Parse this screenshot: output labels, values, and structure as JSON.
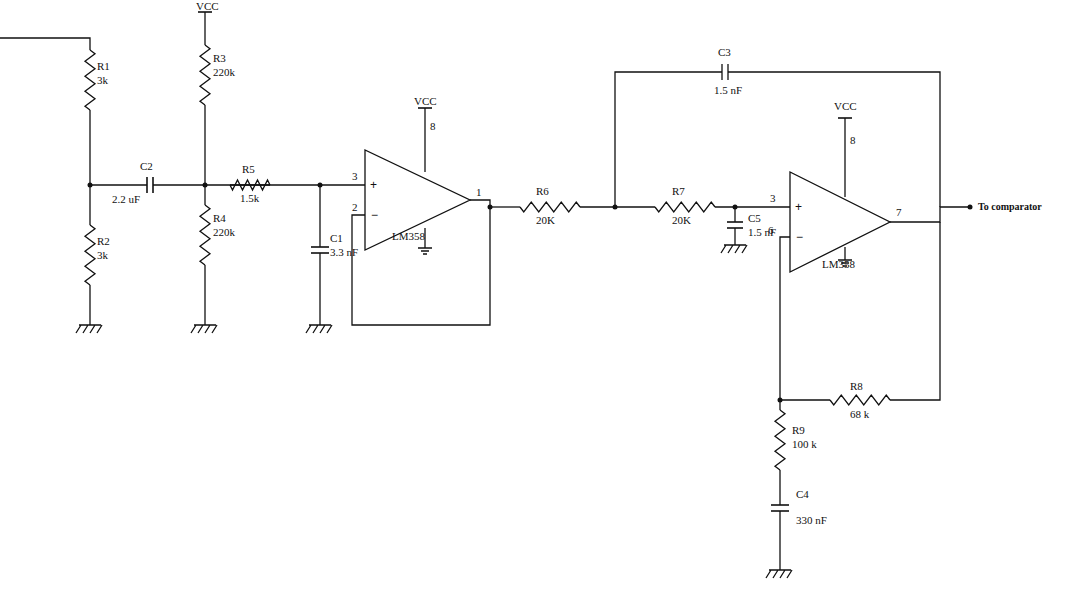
{
  "diagram": {
    "labels": [
      "R1",
      "3k",
      "C2",
      "2.2 uF",
      "VCC",
      "R3",
      "220k",
      "R4",
      "220k",
      "R2",
      "3k",
      "R5",
      "1.5k",
      "C1",
      "3.3 nF",
      "3",
      "2",
      "VCC",
      "8",
      "LM358",
      "1",
      "R6",
      "20K",
      "C3",
      "1.5 nF",
      "R7",
      "20K",
      "VCC",
      "8",
      "3",
      "C5",
      "1.5 nF",
      "6",
      "LM358",
      "7",
      "R8",
      "68 k",
      "R9",
      "100 k",
      "C4",
      "330 nF",
      "To comparator"
    ]
  }
}
